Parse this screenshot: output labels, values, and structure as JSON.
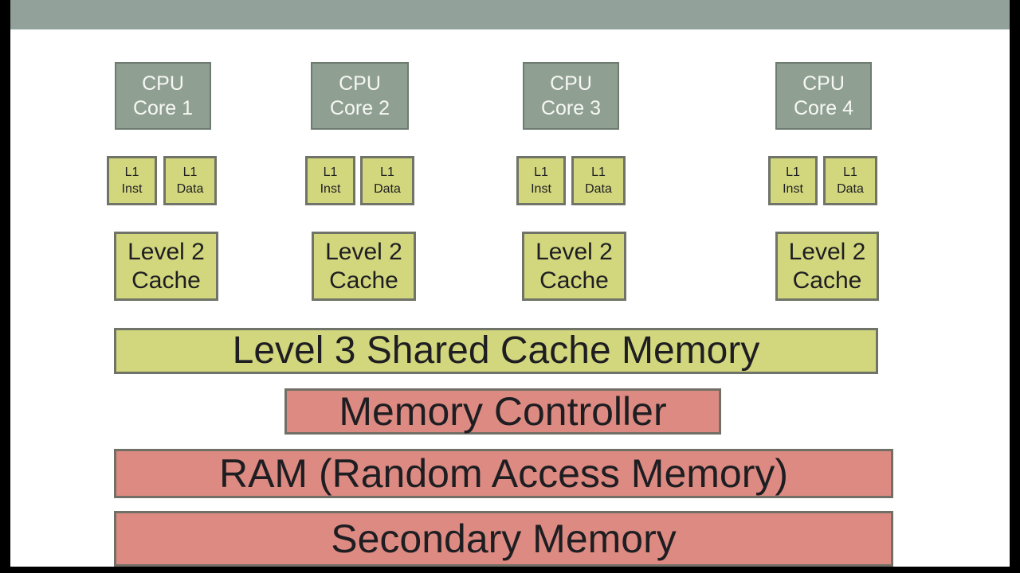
{
  "palette": {
    "band": "#92a29a",
    "background": "#ffffff",
    "letterbox": "#000000",
    "core_fill": "#8fa093",
    "core_border": "#6e7b70",
    "core_text": "#f7f7f3",
    "cache_fill": "#d2d77d",
    "cache_border": "#6f7368",
    "memory_fill": "#dd8b82",
    "memory_border": "#716f66",
    "label_text": "#1e1e22"
  },
  "diagram": {
    "columns": [
      {
        "core_label": "CPU\nCore 1",
        "l1_inst_label": "L1\nInst",
        "l1_data_label": "L1\nData",
        "l2_label": "Level 2\nCache"
      },
      {
        "core_label": "CPU\nCore 2",
        "l1_inst_label": "L1\nInst",
        "l1_data_label": "L1\nData",
        "l2_label": "Level 2\nCache"
      },
      {
        "core_label": "CPU\nCore 3",
        "l1_inst_label": "L1\nInst",
        "l1_data_label": "L1\nData",
        "l2_label": "Level 2\nCache"
      },
      {
        "core_label": "CPU\nCore 4",
        "l1_inst_label": "L1\nInst",
        "l1_data_label": "L1\nData",
        "l2_label": "Level 2\nCache"
      }
    ],
    "l3_label": "Level 3 Shared Cache Memory",
    "memory_controller_label": "Memory Controller",
    "ram_label": "RAM (Random Access Memory)",
    "secondary_memory_label": "Secondary Memory"
  }
}
